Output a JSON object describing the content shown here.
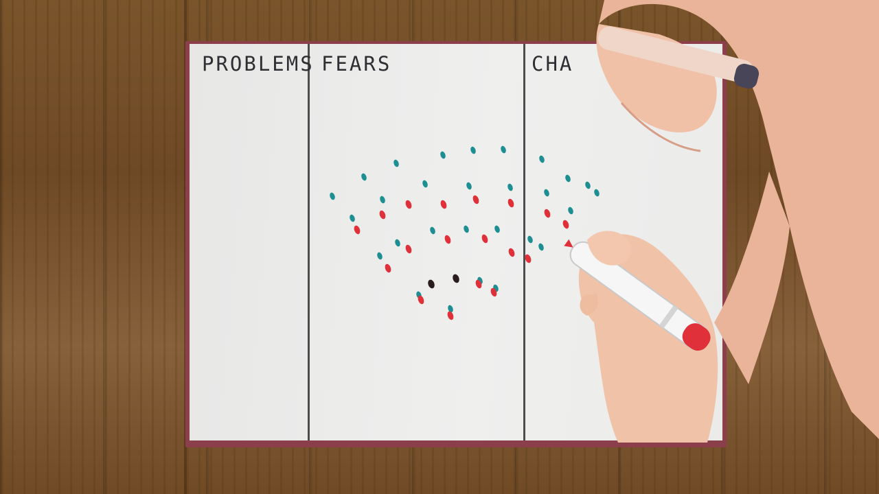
{
  "photo": {
    "columns": [
      {
        "id": "problems",
        "title": "PROBLEMS"
      },
      {
        "id": "fears",
        "title": "FEARS"
      },
      {
        "id": "cha",
        "title": "CHA"
      }
    ],
    "colors": {
      "table": "#7a552b",
      "paper": "#ededec",
      "board_edge": "#8b3f4a",
      "ink": "#333333",
      "teal_marker": "#1d8f93",
      "red_marker": "#e0303a",
      "dark_marker": "#2a1c1c",
      "skin": "#f0c3a8"
    },
    "icons": [
      "teal-marker-dot",
      "red-marker-dot",
      "marker-pen",
      "hand"
    ]
  }
}
